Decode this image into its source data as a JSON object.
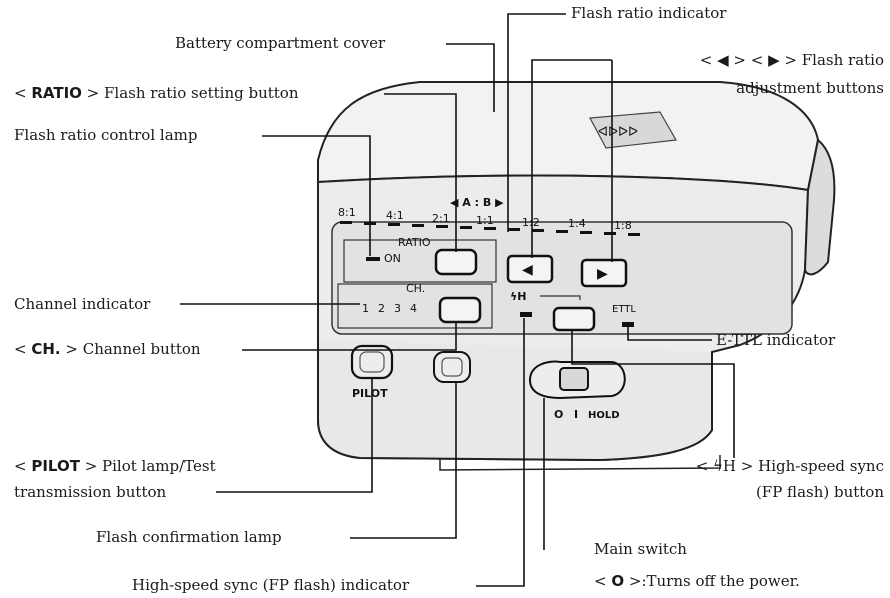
{
  "labels": {
    "flash_ratio_indicator": "Flash ratio indicator",
    "battery_cover": "Battery compartment cover",
    "ratio_button": {
      "prefix": "< ",
      "key": "RATIO",
      "suffix": " > Flash ratio setting button"
    },
    "adjust_buttons_line1": "< ◀ > < ▶ > Flash ratio",
    "adjust_buttons_line2": "adjustment buttons",
    "control_lamp": "Flash ratio control lamp",
    "channel_indicator": "Channel indicator",
    "channel_button": {
      "prefix": "< ",
      "key": "CH.",
      "suffix": " > Channel button"
    },
    "ettl_indicator": "E-TTL indicator",
    "pilot_button": {
      "prefix": "< ",
      "key": "PILOT",
      "suffix": " > Pilot lamp/Test"
    },
    "pilot_button_line2": "transmission button",
    "hs_button_line1": "< ϟH > High-speed sync",
    "hs_button_line2": "(FP flash) button",
    "confirmation_lamp": "Flash confirmation lamp",
    "main_switch": "Main switch",
    "power_off": {
      "prefix": "< ",
      "key": "O",
      "suffix": " >:Turns off the power."
    },
    "hs_indicator": "High-speed sync (FP flash) indicator"
  },
  "device": {
    "ab": "◀  A : B  ▶",
    "ratios": [
      "8:1",
      "4:1",
      "2:1",
      "1:1",
      "1:2",
      "1:4",
      "1:8"
    ],
    "ratio_panel": "RATIO",
    "on": "ON",
    "ch_panel": "CH.",
    "channels": [
      "1",
      "2",
      "3",
      "4"
    ],
    "hs_mark": "ϟH",
    "ettl": "ETTL",
    "pilot": "PILOT",
    "switch_positions": [
      "O",
      "I",
      "HOLD"
    ],
    "battery_cover_mark": "ᐊᐅᐅᐅ",
    "left_arrow": "◀",
    "right_arrow": "▶"
  }
}
